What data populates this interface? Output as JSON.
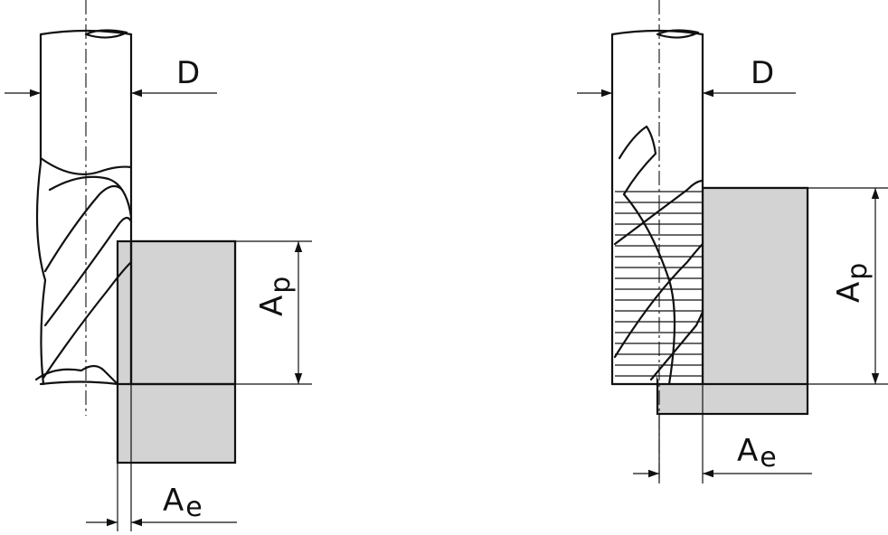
{
  "left": {
    "diameter_label": "D",
    "depth_label": "A",
    "depth_sub": "p",
    "width_label": "A",
    "width_sub": "e"
  },
  "right": {
    "diameter_label": "D",
    "depth_label": "A",
    "depth_sub": "p",
    "width_label": "A",
    "width_sub": "e"
  }
}
